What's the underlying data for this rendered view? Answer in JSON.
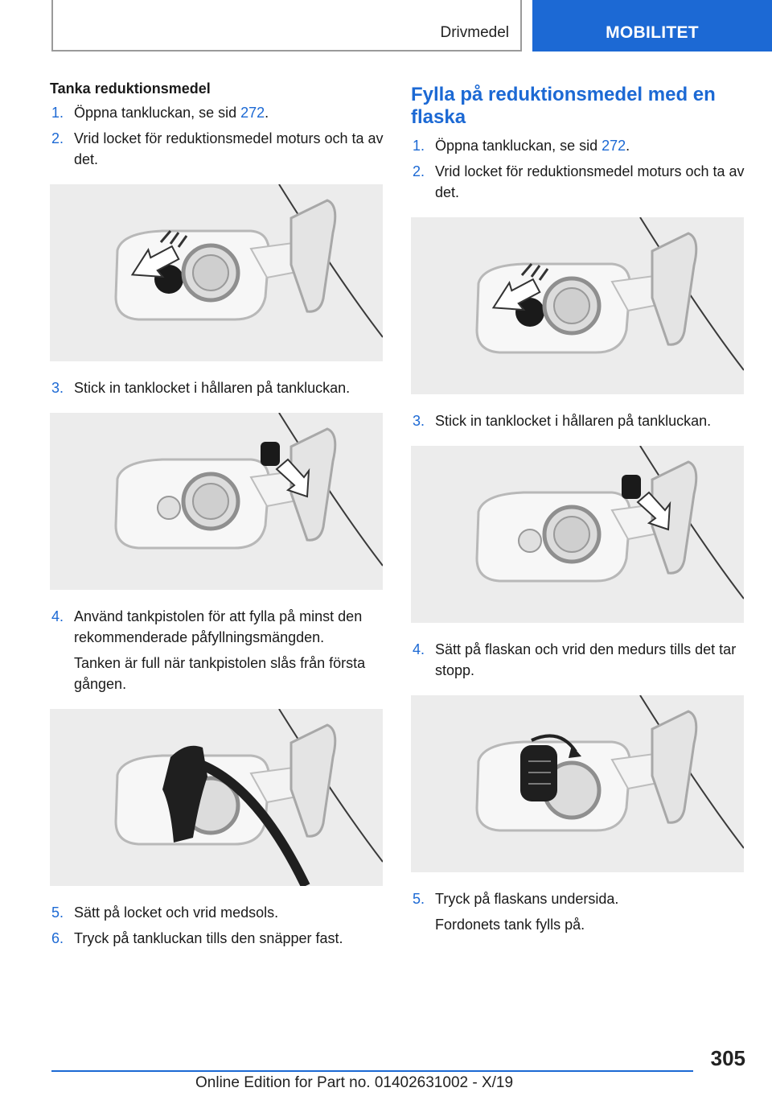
{
  "header": {
    "section": "Drivmedel",
    "tab": "MOBILITET"
  },
  "left": {
    "heading": "Tanka reduktionsmedel",
    "s1": {
      "num": "1.",
      "text": "Öppna tankluckan, se sid ",
      "link": "272",
      "end": "."
    },
    "s2": {
      "num": "2.",
      "text": "Vrid locket för reduktionsmedel moturs och ta av det."
    },
    "s3": {
      "num": "3.",
      "text": "Stick in tanklocket i hållaren på tankluckan."
    },
    "s4": {
      "num": "4.",
      "text": "Använd tankpistolen för att fylla på minst den rekommenderade påfyllningsmängden."
    },
    "s4_note": "Tanken är full när tankpistolen slås från första gången.",
    "s5": {
      "num": "5.",
      "text": "Sätt på locket och vrid medsols."
    },
    "s6": {
      "num": "6.",
      "text": "Tryck på tankluckan tills den snäpper fast."
    }
  },
  "right": {
    "heading": "Fylla på reduktionsmedel med en flaska",
    "s1": {
      "num": "1.",
      "text": "Öppna tankluckan, se sid ",
      "link": "272",
      "end": "."
    },
    "s2": {
      "num": "2.",
      "text": "Vrid locket för reduktionsmedel moturs och ta av det."
    },
    "s3": {
      "num": "3.",
      "text": "Stick in tanklocket i hållaren på tankluckan."
    },
    "s4": {
      "num": "4.",
      "text": "Sätt på flaskan och vrid den medurs tills det tar stopp."
    },
    "s5": {
      "num": "5.",
      "text": "Tryck på flaskans undersida."
    },
    "s5_note": "Fordonets tank fylls på."
  },
  "footer": {
    "page": "305",
    "edition": "Online Edition for Part no. 01402631002 - X/19"
  },
  "colors": {
    "accent": "#1c69d4",
    "figure_bg": "#ececec"
  }
}
